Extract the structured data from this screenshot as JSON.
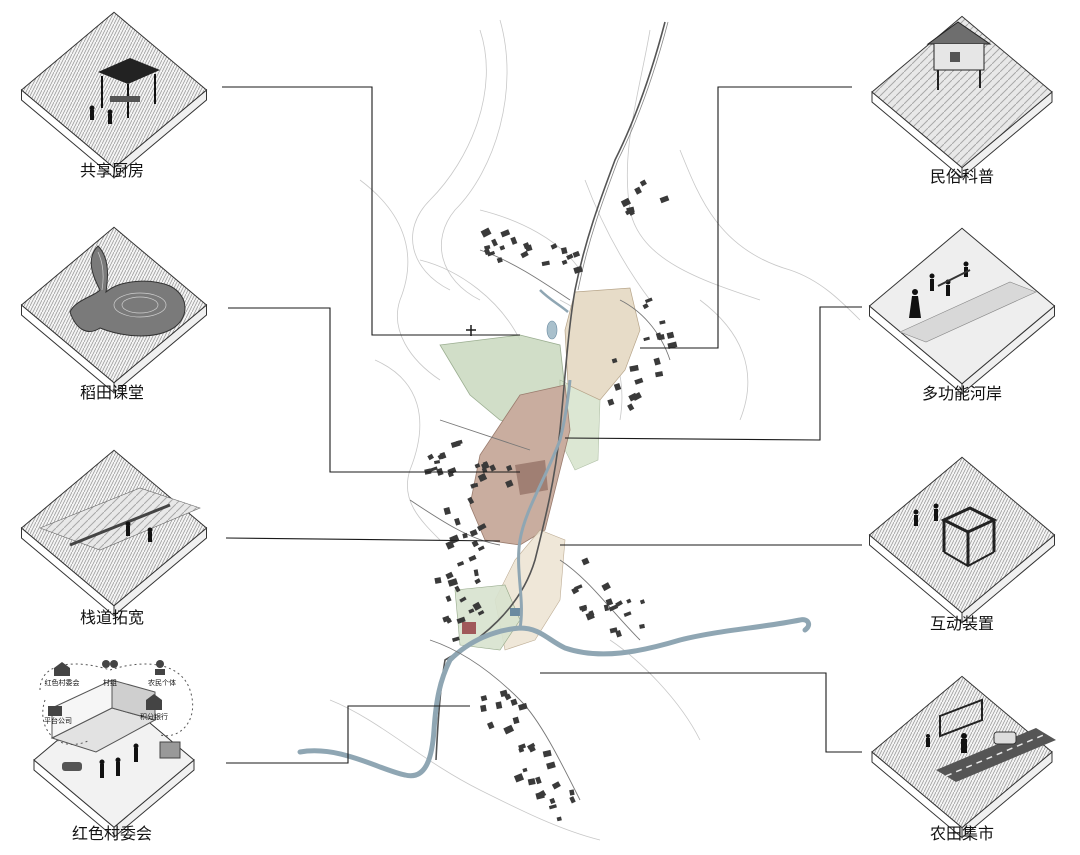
{
  "items": {
    "shared_kitchen": {
      "label": "共享厨房"
    },
    "rice_classroom": {
      "label": "稻田课堂"
    },
    "plank_widening": {
      "label": "栈道拓宽"
    },
    "red_committee": {
      "label": "红色村委会",
      "network": {
        "village_committee": "红色村委会",
        "villagers": "村组",
        "individual_farmers": "农民个体",
        "platform_company": "平台公司",
        "points_bank": "积分银行"
      }
    },
    "folk_science": {
      "label": "民俗科普"
    },
    "multi_riverbank": {
      "label": "多功能河岸"
    },
    "interactive_device": {
      "label": "互动装置"
    },
    "farm_market": {
      "label": "农田集市"
    }
  },
  "colors": {
    "line": "#1a1a1a",
    "zone_pink": "#c9ad9f",
    "zone_beige": "#e7dcc8",
    "zone_green": "#c9d9bf",
    "river": "#8fa6b3",
    "building": "#3a3a3a",
    "ink": "#111111"
  }
}
